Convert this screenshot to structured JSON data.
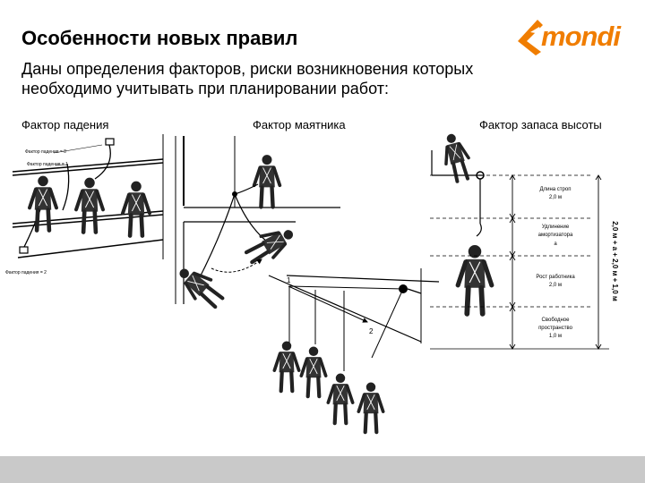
{
  "title": "Особенности новых правил",
  "subtitle": [
    "Даны определения факторов, риски возникновения которых",
    "необходимо учитывать при планировании работ:"
  ],
  "logo": {
    "text": "mondi",
    "color": "#f07d00"
  },
  "panels": {
    "fall_factor": {
      "label": "Фактор падения",
      "annotations": [
        "Фактор падения = 0",
        "Фактор падения = 1",
        "Фактор падения = 2"
      ]
    },
    "pendulum_factor": {
      "label": "Фактор маятника",
      "markers": [
        "1",
        "2"
      ]
    },
    "clearance_factor": {
      "label": "Фактор запаса высоты",
      "segments": [
        [
          "Длина строп",
          "2,0 м"
        ],
        [
          "Удлинение",
          "амортизатора",
          "а"
        ],
        [
          "Рост работника",
          "2,0 м"
        ],
        [
          "Свободное",
          "пространство",
          "1,0 м"
        ]
      ],
      "total": "2,0 м + а + 2,0 м + 1,0 м"
    }
  },
  "footer_color": "#c9c9c9"
}
